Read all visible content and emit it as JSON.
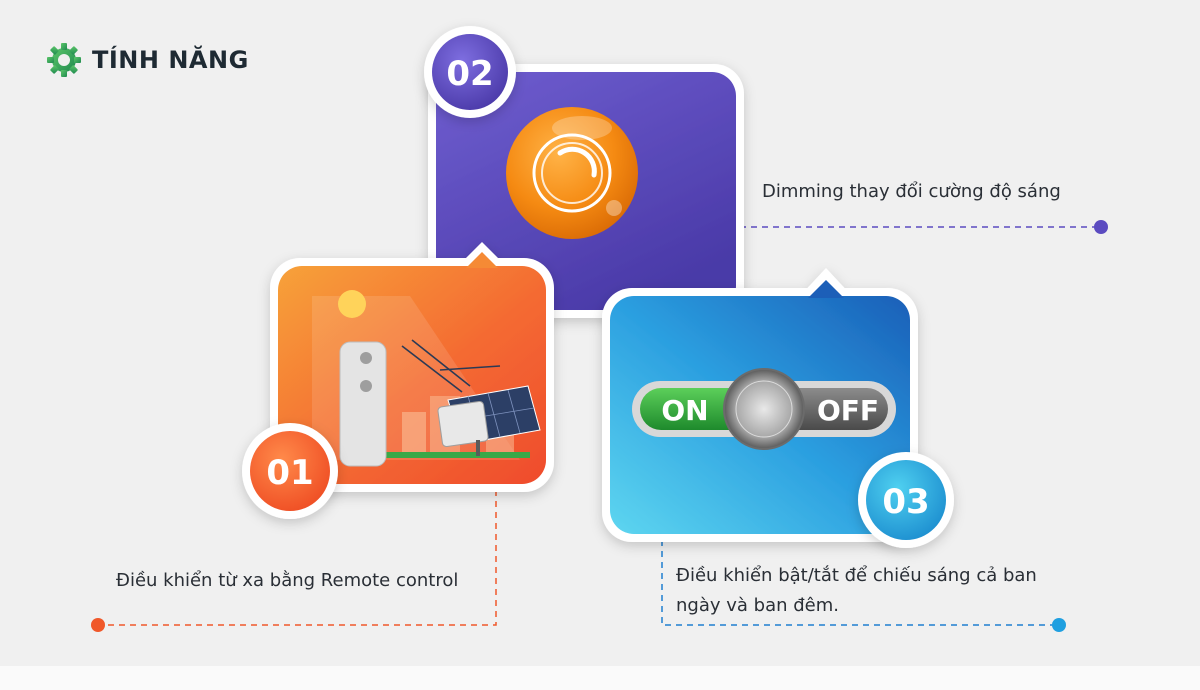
{
  "header": {
    "title": "TÍNH NĂNG",
    "icon": "gear-icon",
    "accent_color": "#2f9a55"
  },
  "features": [
    {
      "number": "01",
      "caption": "Điều khiển từ xa bằng Remote control",
      "icon": "remote-solar-light-illustration",
      "color": "#f0582a"
    },
    {
      "number": "02",
      "caption": "Dimming thay đổi cường độ sáng",
      "icon": "dimmer-knob-icon",
      "color": "#5b4bc0"
    },
    {
      "number": "03",
      "caption": "Điều khiển bật/tắt để chiếu sáng cả ban ngày và ban đêm.",
      "icon": "on-off-switch-icon",
      "color": "#1f7fd0",
      "switch": {
        "on_label": "ON",
        "off_label": "OFF"
      }
    }
  ]
}
